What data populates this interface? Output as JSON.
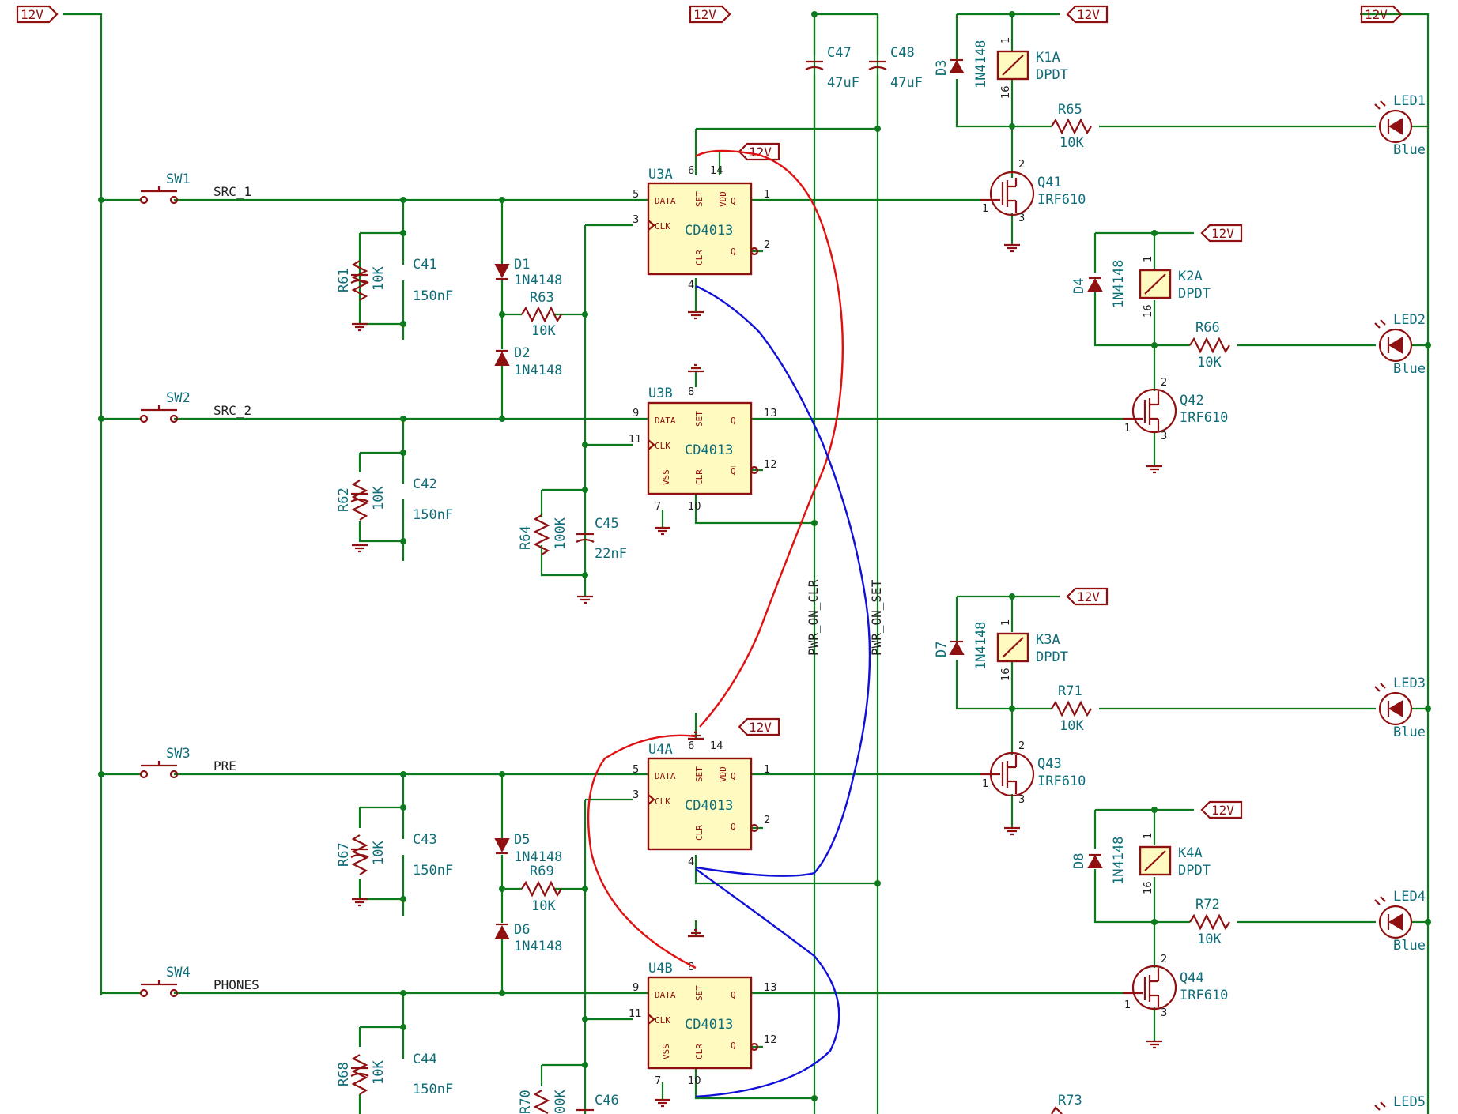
{
  "power_flags": [
    "12V",
    "12V",
    "12V",
    "12V",
    "12V",
    "12V",
    "12V",
    "12V",
    "12V"
  ],
  "switches": [
    {
      "ref": "SW1",
      "net": "SRC_1"
    },
    {
      "ref": "SW2",
      "net": "SRC_2"
    },
    {
      "ref": "SW3",
      "net": "PRE"
    },
    {
      "ref": "SW4",
      "net": "PHONES"
    }
  ],
  "resistors": [
    {
      "ref": "R61",
      "value": "10K"
    },
    {
      "ref": "R62",
      "value": "10K"
    },
    {
      "ref": "R63",
      "value": "10K"
    },
    {
      "ref": "R64",
      "value": "100K"
    },
    {
      "ref": "R65",
      "value": "10K"
    },
    {
      "ref": "R66",
      "value": "10K"
    },
    {
      "ref": "R67",
      "value": "10K"
    },
    {
      "ref": "R68",
      "value": "10K"
    },
    {
      "ref": "R69",
      "value": "10K"
    },
    {
      "ref": "R70",
      "value": "00K"
    },
    {
      "ref": "R71",
      "value": "10K"
    },
    {
      "ref": "R72",
      "value": "10K"
    },
    {
      "ref": "R73",
      "value": ""
    }
  ],
  "capacitors": [
    {
      "ref": "C41",
      "value": "150nF"
    },
    {
      "ref": "C42",
      "value": "150nF"
    },
    {
      "ref": "C43",
      "value": "150nF"
    },
    {
      "ref": "C44",
      "value": "150nF"
    },
    {
      "ref": "C45",
      "value": "22nF"
    },
    {
      "ref": "C46",
      "value": ""
    },
    {
      "ref": "C47",
      "value": "47uF"
    },
    {
      "ref": "C48",
      "value": "47uF"
    }
  ],
  "diodes": [
    {
      "ref": "D1",
      "value": "1N4148"
    },
    {
      "ref": "D2",
      "value": "1N4148"
    },
    {
      "ref": "D3",
      "value": "1N4148"
    },
    {
      "ref": "D4",
      "value": "1N4148"
    },
    {
      "ref": "D5",
      "value": "1N4148"
    },
    {
      "ref": "D6",
      "value": "1N4148"
    },
    {
      "ref": "D7",
      "value": "1N4148"
    },
    {
      "ref": "D8",
      "value": "1N4148"
    }
  ],
  "ics": [
    {
      "ref": "U3A",
      "part": "CD4013",
      "pins": [
        "6",
        "14",
        "5",
        "1",
        "3",
        "2",
        "4"
      ]
    },
    {
      "ref": "U3B",
      "part": "CD4013",
      "pins": [
        "8",
        "9",
        "13",
        "11",
        "12",
        "7",
        "10"
      ]
    },
    {
      "ref": "U4A",
      "part": "CD4013",
      "pins": [
        "6",
        "14",
        "5",
        "1",
        "3",
        "2",
        "4"
      ]
    },
    {
      "ref": "U4B",
      "part": "CD4013",
      "pins": [
        "8",
        "9",
        "13",
        "11",
        "12",
        "7",
        "10"
      ]
    }
  ],
  "ic_pin_labels": {
    "data": "DATA",
    "set": "SET",
    "vdd": "VDD",
    "q": "Q",
    "clk": "CLK",
    "clr": "CLR",
    "qb": "Q̅",
    "vss": "VSS"
  },
  "relays": [
    {
      "ref": "K1A",
      "type": "DPDT",
      "pins": [
        "1",
        "16"
      ]
    },
    {
      "ref": "K2A",
      "type": "DPDT",
      "pins": [
        "1",
        "16"
      ]
    },
    {
      "ref": "K3A",
      "type": "DPDT",
      "pins": [
        "1",
        "16"
      ]
    },
    {
      "ref": "K4A",
      "type": "DPDT",
      "pins": [
        "1",
        "16"
      ]
    }
  ],
  "mosfets": [
    {
      "ref": "Q41",
      "part": "IRF610",
      "pins": [
        "2",
        "1",
        "3"
      ]
    },
    {
      "ref": "Q42",
      "part": "IRF610",
      "pins": [
        "2",
        "1",
        "3"
      ]
    },
    {
      "ref": "Q43",
      "part": "IRF610",
      "pins": [
        "2",
        "1",
        "3"
      ]
    },
    {
      "ref": "Q44",
      "part": "IRF610",
      "pins": [
        "2",
        "1",
        "3"
      ]
    }
  ],
  "leds": [
    {
      "ref": "LED1",
      "color": "Blue"
    },
    {
      "ref": "LED2",
      "color": "Blue"
    },
    {
      "ref": "LED3",
      "color": "Blue"
    },
    {
      "ref": "LED4",
      "color": "Blue"
    },
    {
      "ref": "LED5",
      "color": ""
    }
  ],
  "net_labels": {
    "pwr_on_clr": "PWR_ON_CLR",
    "pwr_on_set": "PWR_ON_SET"
  },
  "annotation_colors": {
    "red": "#e01010",
    "blue": "#1010d8"
  }
}
